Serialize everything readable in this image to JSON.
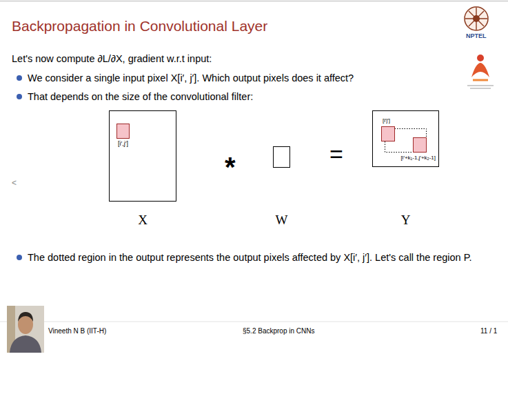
{
  "diagram": {
    "title": "Backpropagation in Convolutional Layer",
    "nodes": [
      {
        "text": [
          "X"
        ]
      },
      {
        "text": [
          "[i′,j′]"
        ],
        "in": 0
      },
      {
        "text": [
          "W"
        ]
      },
      {
        "text": [
          "Y"
        ]
      },
      {
        "text": [
          "[i′j′]"
        ],
        "in": 3
      },
      {
        "text": [
          "[i′+k₁-1,j′+k₂-1]"
        ],
        "in": 3
      }
    ],
    "labels": [
      "Let's now compute ∂L/∂X, gradient w.r.t input:",
      "We consider a single input pixel X[i′, j′]. Which output pixels does it affect?",
      "That depends on the size of the convolutional filter:",
      "*",
      "=",
      "The dotted region in the output represents the output pixels affected by X[i′, j′]. Let's call the region P.",
      "Vineeth N B (IIT-H)",
      "§5.2 Backprop in CNNs",
      "11 / 1",
      "NPTEL",
      "<"
    ]
  }
}
